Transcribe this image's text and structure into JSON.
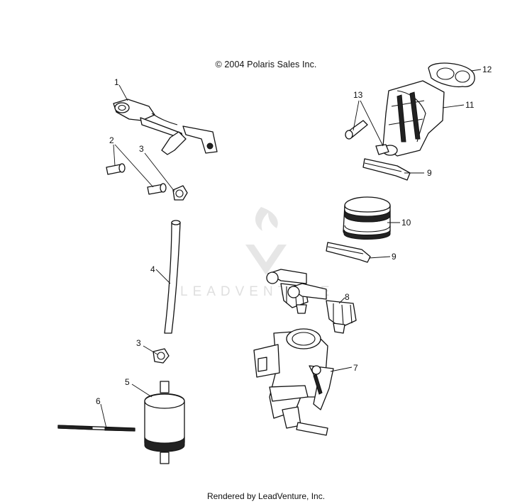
{
  "copyright": "© 2004 Polaris Sales Inc.",
  "footer": "Rendered by LeadVenture, Inc.",
  "watermark": "LEADVENTURE",
  "callouts": [
    "1",
    "2",
    "3",
    "4",
    "3",
    "5",
    "6",
    "7",
    "8",
    "9",
    "10",
    "9",
    "11",
    "12",
    "13"
  ],
  "colors": {
    "line": "#111111",
    "watermark": "#dcdcdc"
  }
}
